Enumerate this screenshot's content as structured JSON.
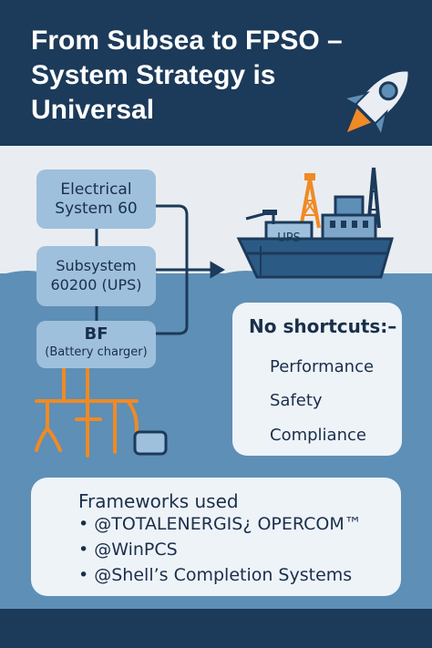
{
  "header": {
    "title": "From Subsea to FPSO – System Strategy is Universal"
  },
  "diagram": {
    "box1": "Electrical System 60",
    "box2": "Subsystem 60200 (UPS)",
    "box3_title": "BF",
    "box3_sub": "(Battery charger)",
    "ship_label": "UPS"
  },
  "shortcuts": {
    "title": "No shortcuts:–",
    "items": [
      "Performance",
      "Safety",
      "Compliance"
    ]
  },
  "frameworks": {
    "title": "Frameworks used",
    "items": [
      "• @TOTALENERGIS¿ OPERCOM™",
      "• @WinPCS",
      "• @Shell’s Completion Systems"
    ]
  },
  "colors": {
    "navy": "#1c3a5a",
    "sea": "#5e8fb6",
    "box": "#9ec0dc",
    "accent_orange": "#f08a24"
  },
  "icons": [
    "rocket-icon",
    "ship-icon",
    "star-icon",
    "subsea-structure-icon"
  ]
}
